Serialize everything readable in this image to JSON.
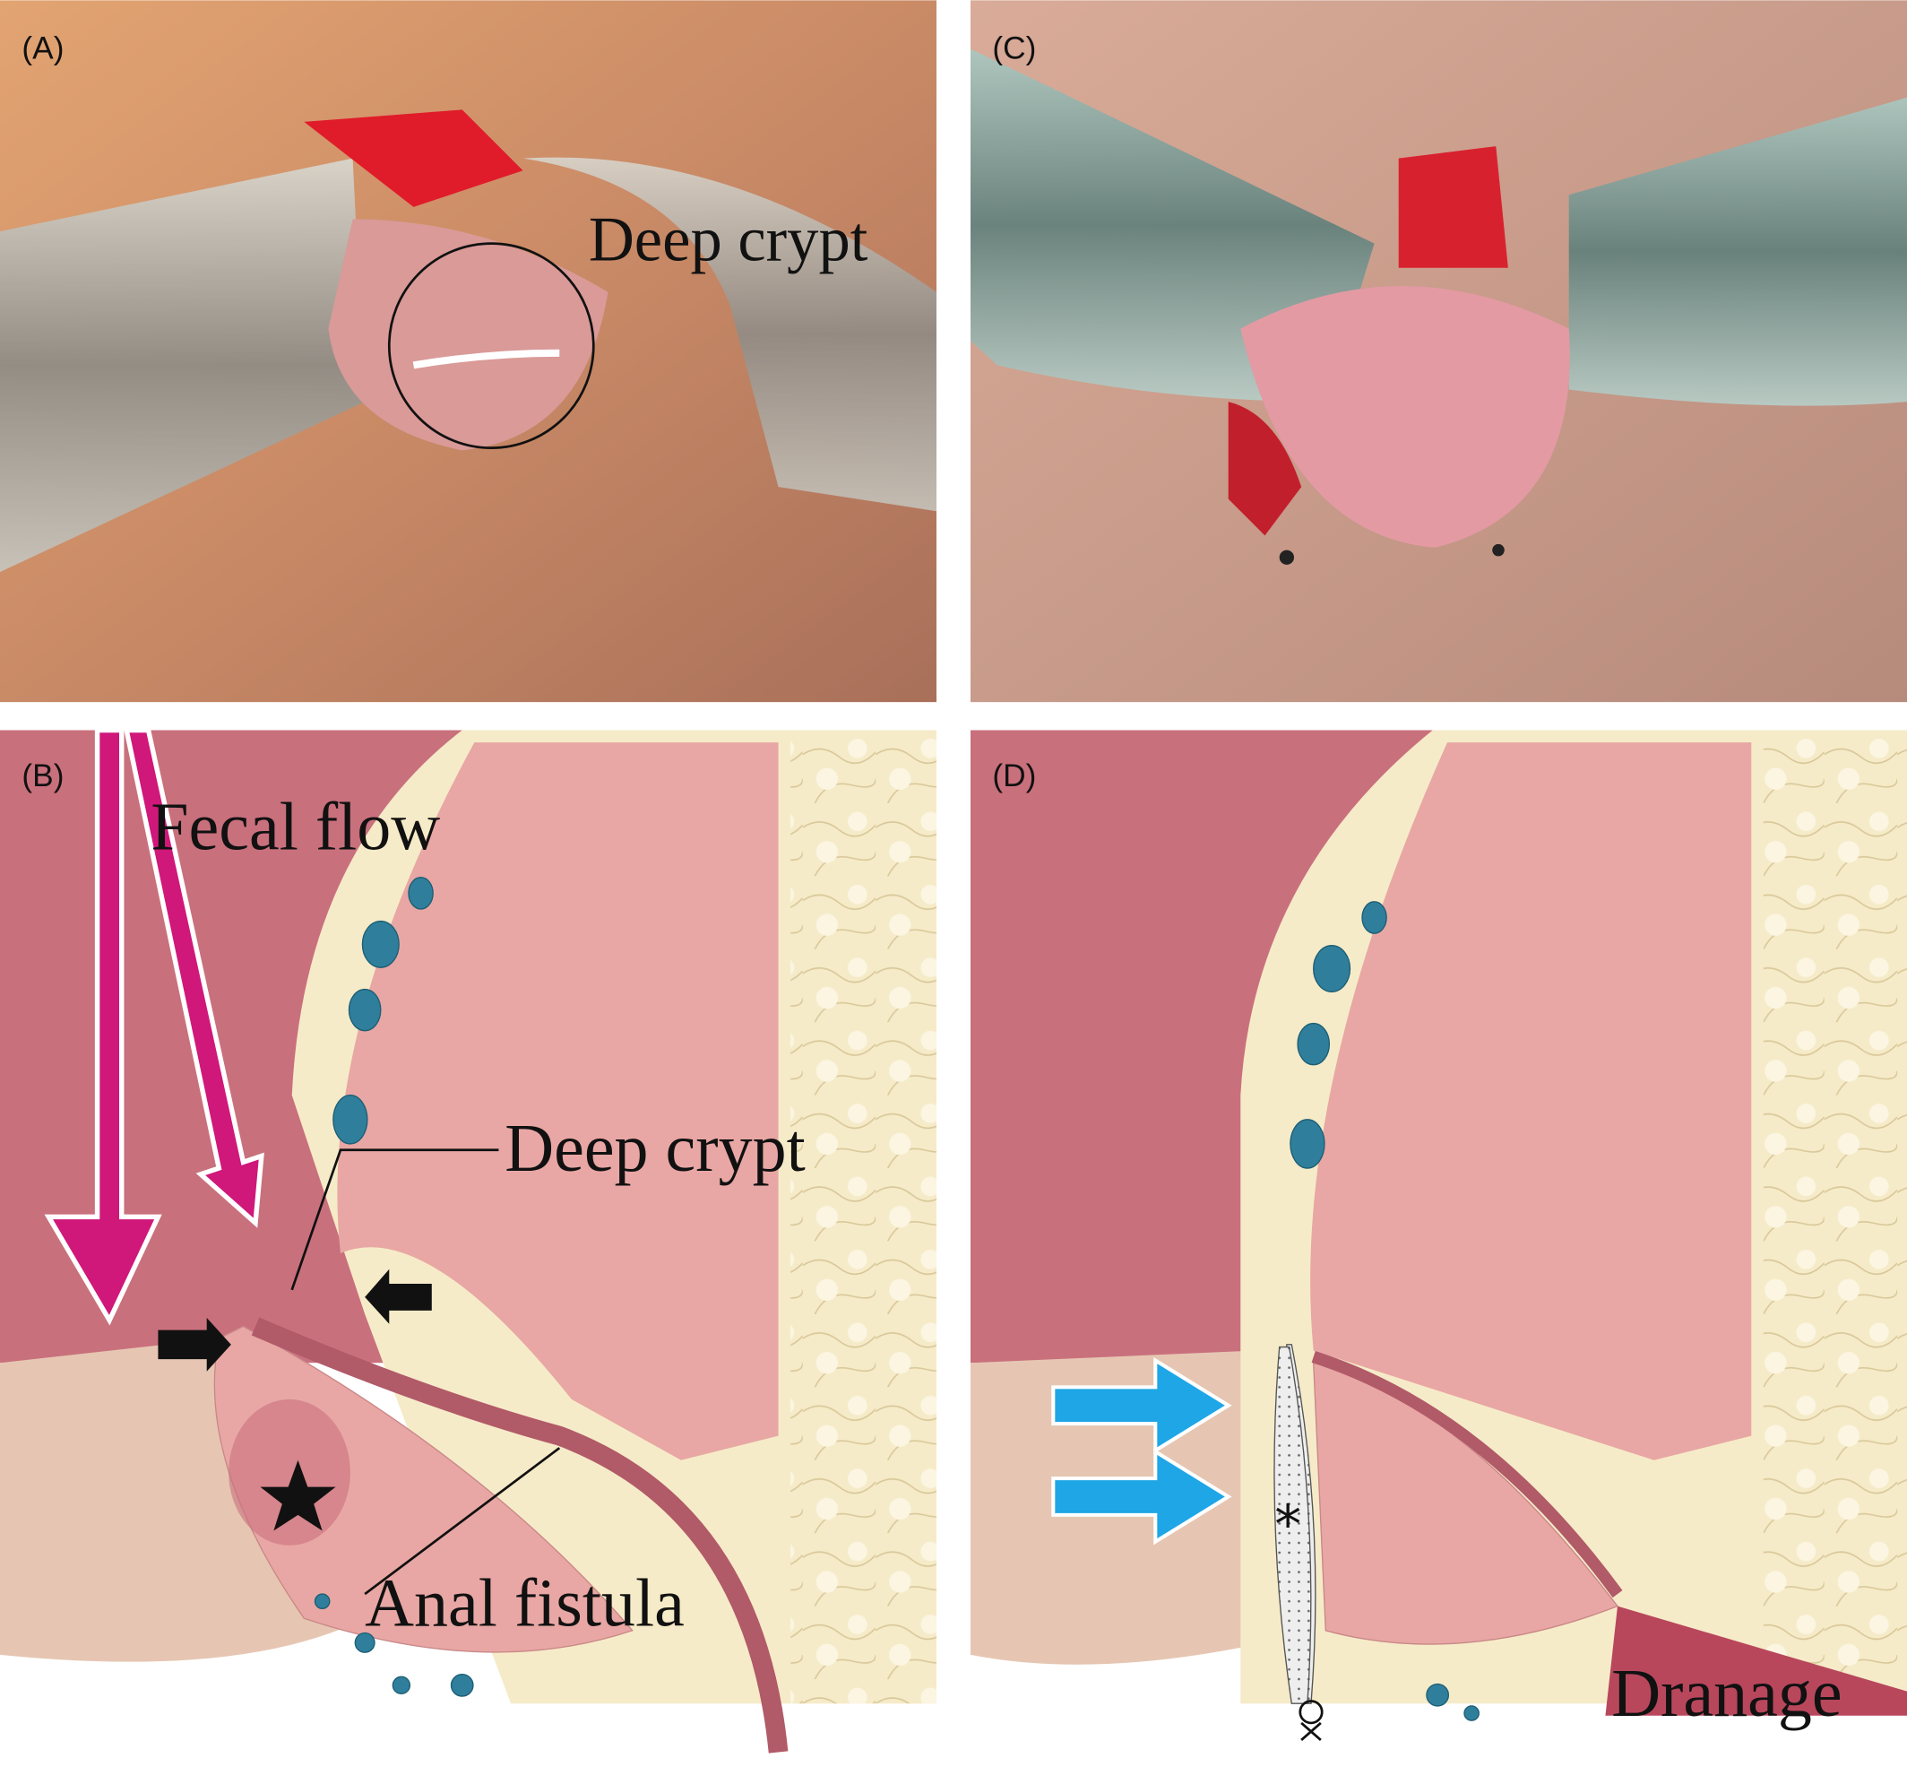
{
  "panels": {
    "a": {
      "label": "(A)",
      "annotation": "Deep crypt"
    },
    "c": {
      "label": "(C)"
    },
    "b": {
      "label": "(B)",
      "fecal_flow": "Fecal flow",
      "deep_crypt": "Deep crypt",
      "anal_fistula": "Anal fistula"
    },
    "d": {
      "label": "(D)",
      "drainage": "Dranage"
    }
  },
  "colors": {
    "mucosa": "#c9707d",
    "muscle": "#e8a7a4",
    "fat": "#f6ebc8",
    "skin": "#e6c6b2",
    "vessel": "#2f7f9c",
    "fecal_arrow": "#d0177a",
    "push_arrow": "#1ea6e6"
  }
}
